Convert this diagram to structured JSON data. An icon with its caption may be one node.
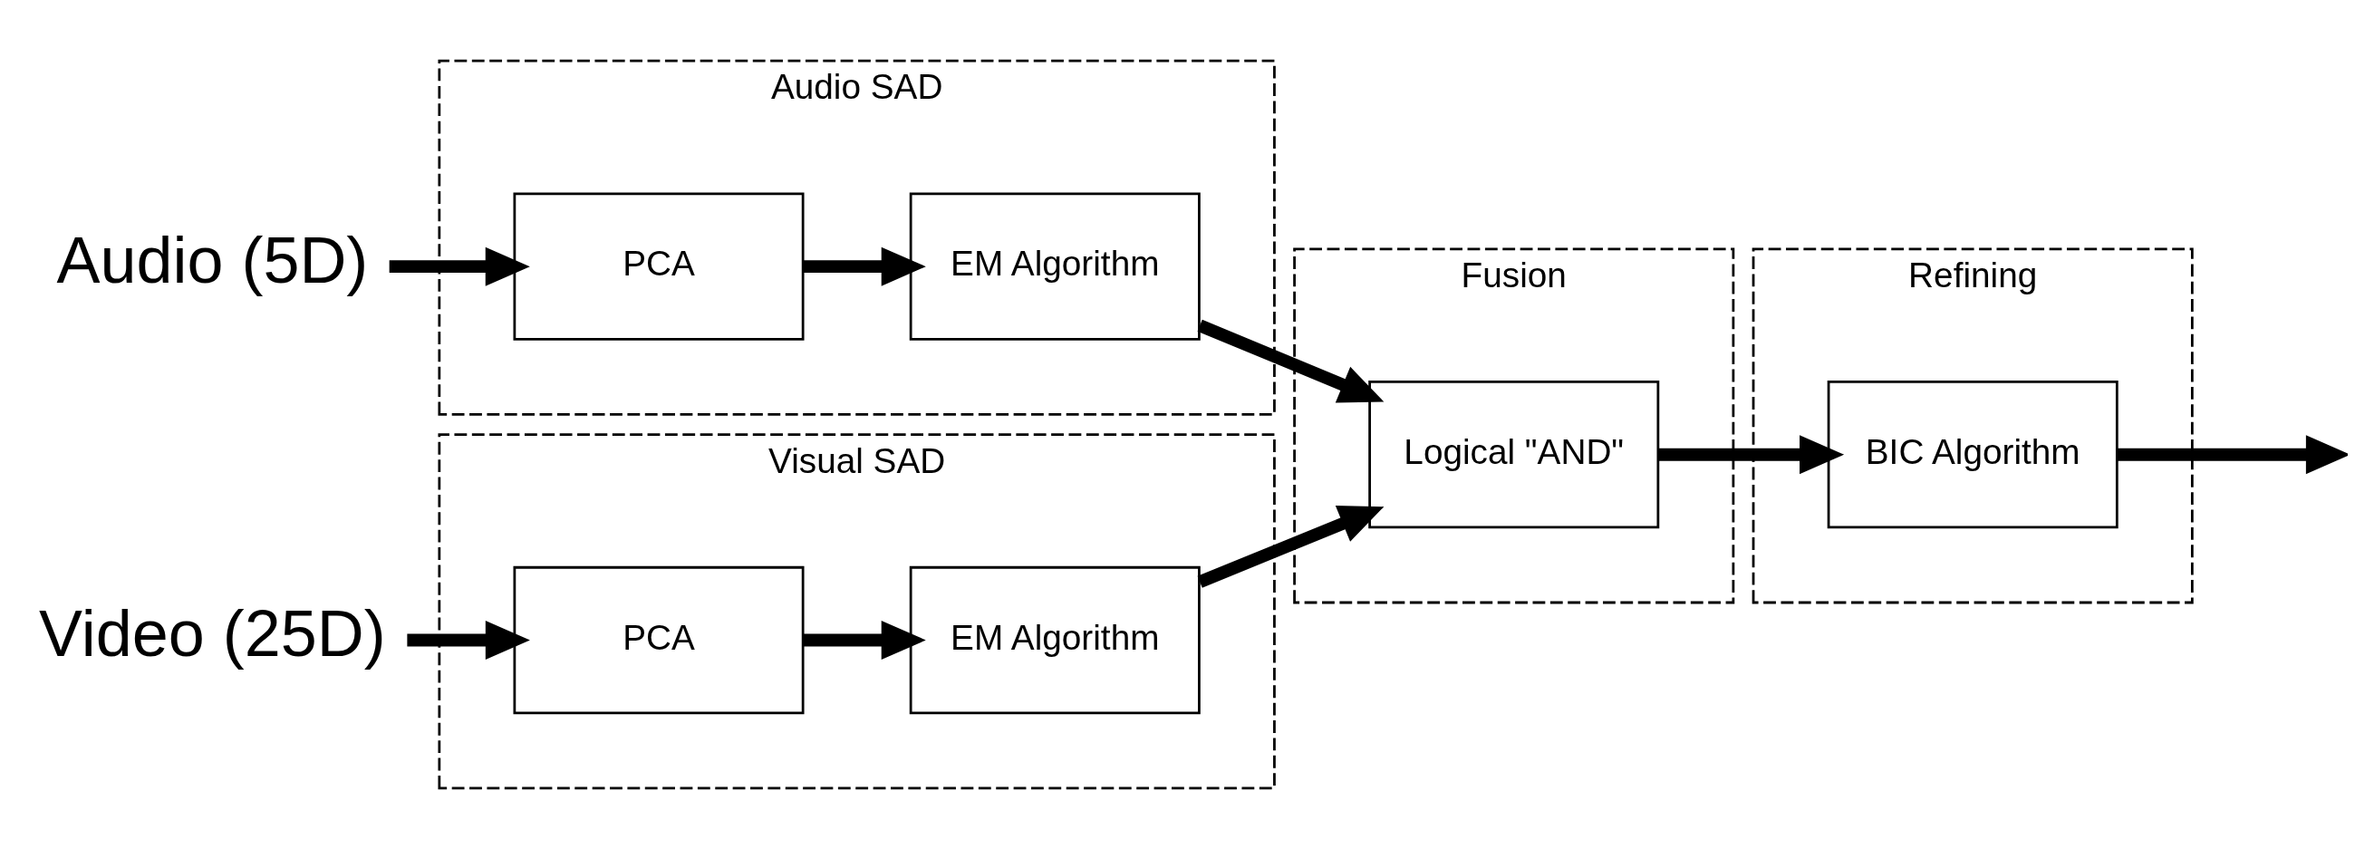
{
  "diagram": {
    "nodes": [
      {
        "text": [
          "Audio (5D)"
        ]
      },
      {
        "text": [
          "Audio SAD"
        ]
      },
      {
        "text": [
          "PCA"
        ],
        "in": 1
      },
      {
        "text": [
          "EM Algorithm"
        ],
        "in": 1
      },
      {
        "text": [
          "Video (25D)"
        ]
      },
      {
        "text": [
          "Visual SAD"
        ]
      },
      {
        "text": [
          "PCA"
        ],
        "in": 5
      },
      {
        "text": [
          "EM Algorithm"
        ],
        "in": 5
      },
      {
        "text": [
          "Fusion"
        ]
      },
      {
        "text": [
          "Logical \"AND\""
        ],
        "in": 8
      },
      {
        "text": [
          "Refining"
        ]
      },
      {
        "text": [
          "BIC Algorithm"
        ],
        "in": 10
      }
    ],
    "edges": [
      {
        "from": 0,
        "to": 2,
        "arrow": "to"
      },
      {
        "from": 2,
        "to": 3,
        "arrow": "to"
      },
      {
        "from": 4,
        "to": 6,
        "arrow": "to"
      },
      {
        "from": 6,
        "to": 7,
        "arrow": "to"
      },
      {
        "from": 3,
        "to": 9,
        "arrow": "to"
      },
      {
        "from": 7,
        "to": 9,
        "arrow": "to"
      },
      {
        "from": 9,
        "to": 11,
        "arrow": "to"
      },
      {
        "from": 11,
        "to": null,
        "arrow": "to"
      }
    ]
  }
}
